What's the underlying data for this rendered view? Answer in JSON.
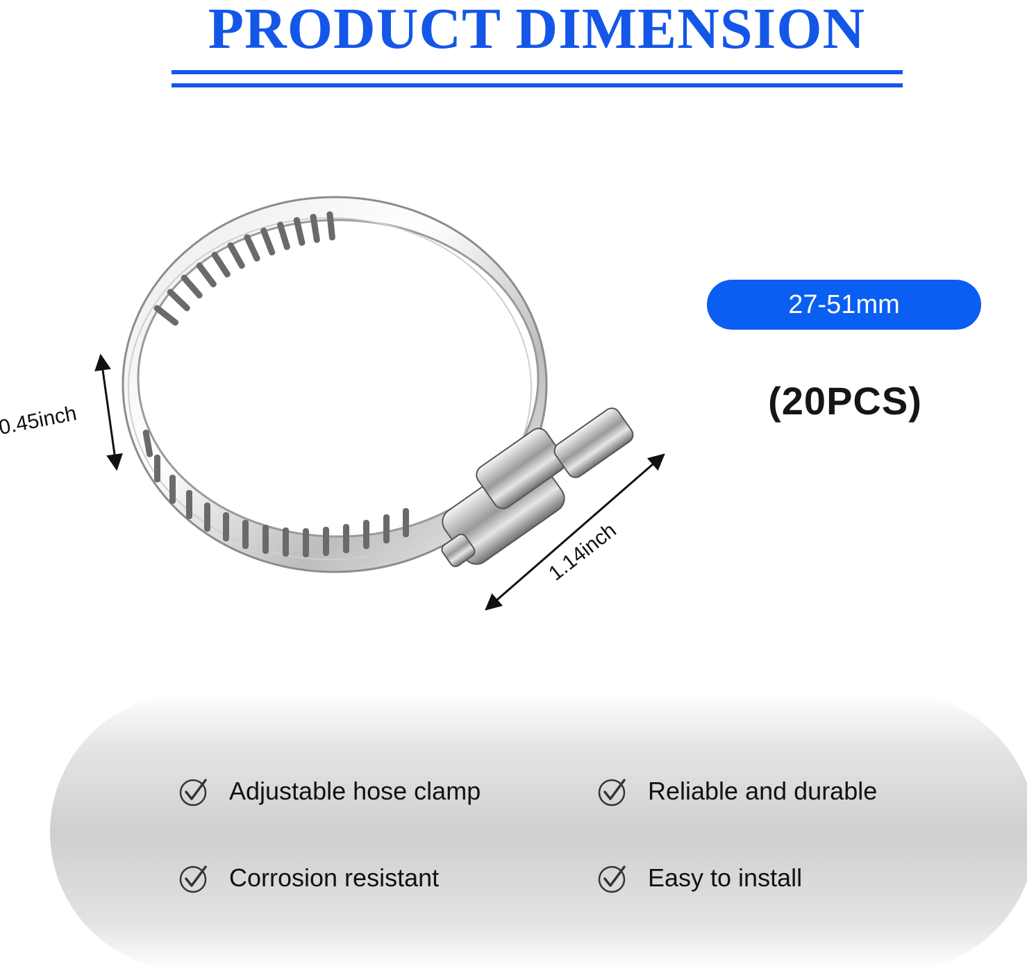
{
  "header": {
    "title": "PRODUCT DIMENSION",
    "accent_color": "#1457e8"
  },
  "product": {
    "size_range": "27-51mm",
    "quantity": "(20PCS)",
    "size_pill_color": "#0a5ef2"
  },
  "dimensions": {
    "band_height": "0.45inch",
    "housing_length": "1.14inch"
  },
  "features": [
    {
      "label": "Adjustable hose clamp",
      "icon": "check-circle-icon"
    },
    {
      "label": "Reliable and durable",
      "icon": "check-circle-icon"
    },
    {
      "label": "Corrosion resistant",
      "icon": "check-circle-icon"
    },
    {
      "label": "Easy to install",
      "icon": "check-circle-icon"
    }
  ]
}
